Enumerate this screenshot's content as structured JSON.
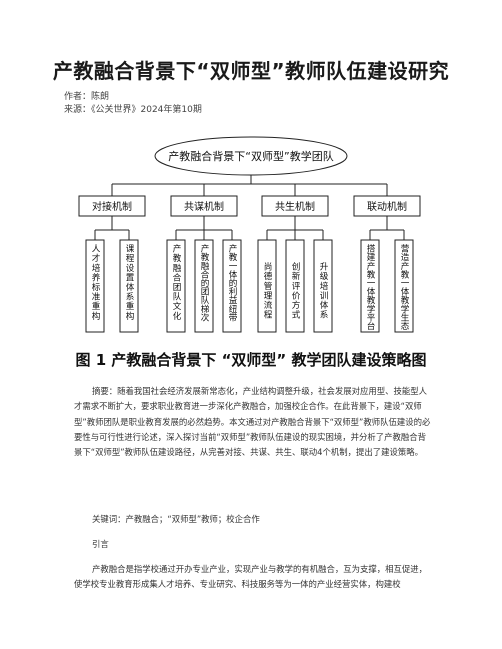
{
  "document": {
    "title": "产教融合背景下“双师型”教师队伍建设研究",
    "author": "作者：陈朗",
    "source": "来源：《公关世界》2024年第10期"
  },
  "diagram": {
    "root": "产教融合背景下“双师型”教学团队",
    "mechanisms": [
      {
        "label": "对接机制",
        "children": [
          "人才培养标准重构",
          "课程设置体系重构"
        ]
      },
      {
        "label": "共谋机制",
        "children": [
          "产教融合团队文化",
          "产教融合的团队梯次",
          "产教一体的利益纽带"
        ]
      },
      {
        "label": "共生机制",
        "children": [
          "尚德管理流程",
          "创新评价方式",
          "升级培训体系"
        ]
      },
      {
        "label": "联动机制",
        "children": [
          "搭建产教一体教学平台",
          "营造产教一体教学生态"
        ]
      }
    ]
  },
  "figure": {
    "caption": "图 1 产教融合背景下 “双师型” 教学团队建设策略图"
  },
  "body": {
    "abstract": "摘要：随着我国社会经济发展新常态化，产业结构调整升级，社会发展对应用型、技能型人才需求不断扩大，要求职业教育进一步深化产教融合，加强校企合作。在此背景下，建设“双师型”教师团队是职业教育发展的必然趋势。本文通过对产教融合背景下“双师型”教师队伍建设的必要性与可行性进行论述，深入探讨当前“双师型”教师队伍建设的现实困境，并分析了产教融合背景下“双师型”教师队伍建设路径，从完善对接、共谋、共生、联动4个机制，提出了建设策略。",
    "keywords": "关键词：产教融合；“双师型”教师；校企合作",
    "intro_heading": "引言",
    "intro": "产教融合是指学校通过开办专业产业，实现产业与教学的有机融合，互为支撑，相互促进，使学校专业教育形成集人才培养、专业研究、科技服务等为一体的产业经营实体，构建校"
  }
}
